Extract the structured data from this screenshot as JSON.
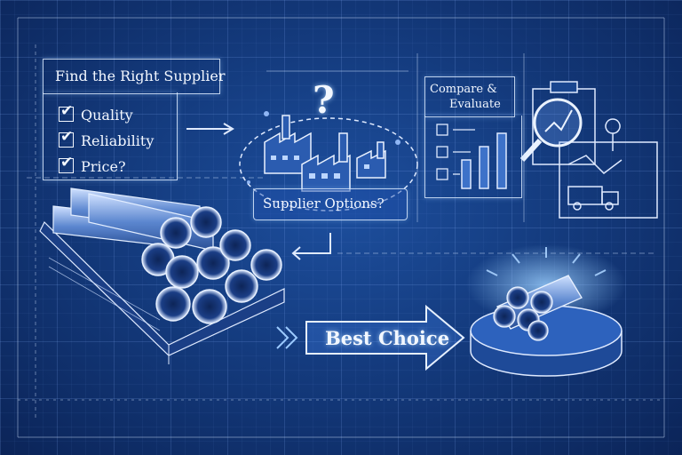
{
  "supplier_panel": {
    "title": "Find the Right Supplier",
    "criteria": [
      "Quality",
      "Reliability",
      "Price?"
    ]
  },
  "options": {
    "label": "Supplier Options?",
    "question_mark": "?"
  },
  "compare": {
    "title_line1": "Compare &",
    "title_line2": "Evaluate"
  },
  "result": {
    "label": "Best Choice"
  },
  "colors": {
    "line": "#dfeaff",
    "glow": "#6fb0ff",
    "background": "#143b7e"
  }
}
